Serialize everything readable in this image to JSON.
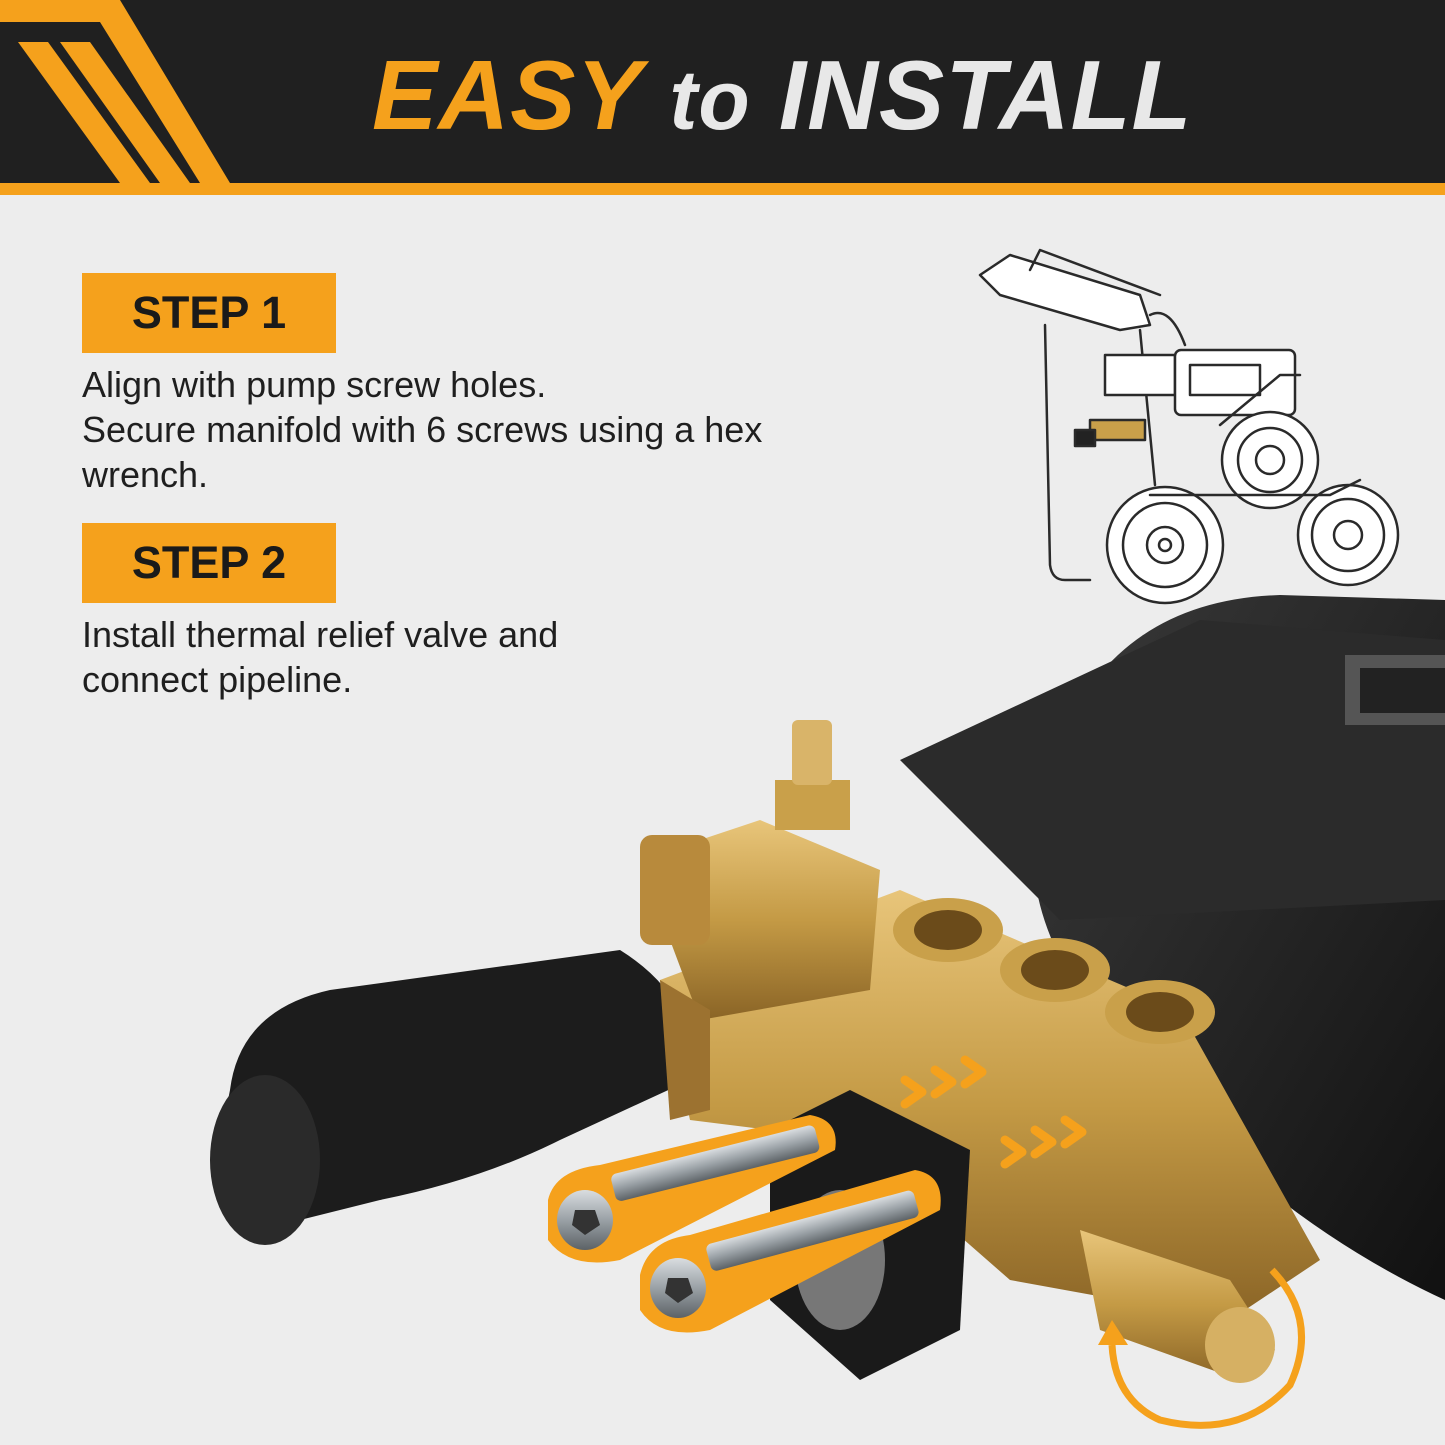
{
  "header": {
    "title_accent": "EASY",
    "title_mid": "to",
    "title_main": "INSTALL"
  },
  "steps": [
    {
      "label": "STEP 1",
      "lines": [
        "Align with pump screw holes.",
        "Secure manifold with 6 screws using a hex",
        "wrench."
      ]
    },
    {
      "label": "STEP 2",
      "lines": [
        "Install thermal relief valve and",
        "connect pipeline."
      ]
    }
  ],
  "colors": {
    "accent": "#f5a11c",
    "header_bg": "#202020",
    "page_bg": "#ededed",
    "brass": "#c9a04a",
    "rubber": "#1c1c1c"
  },
  "icons": [
    "diagonal-stripes-icon",
    "pressure-washer-icon",
    "chevron-arrows-icon",
    "rotate-arrow-icon"
  ]
}
